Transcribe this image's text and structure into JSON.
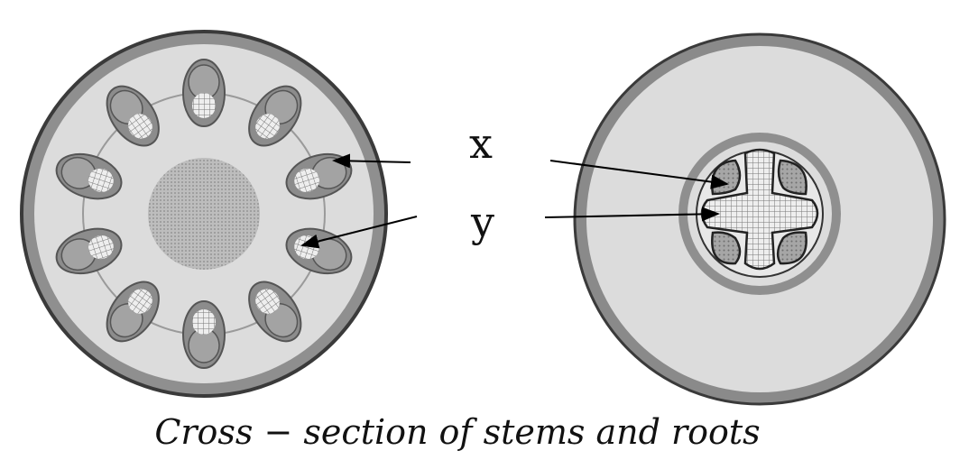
{
  "labels": {
    "x": "x",
    "y": "y"
  },
  "caption": "Cross − section of stems and roots",
  "stem": {
    "vascular_bundle_count": 10
  },
  "root": {
    "xylem_arms": 4,
    "phloem_patches": 4
  },
  "colors": {
    "epidermis": "#5a5a5a",
    "cortex": "#d9d9d9",
    "bundle": "#8c8c8c",
    "pith": "#c4c4c4",
    "mesh": "#777777",
    "line": "#000000"
  }
}
